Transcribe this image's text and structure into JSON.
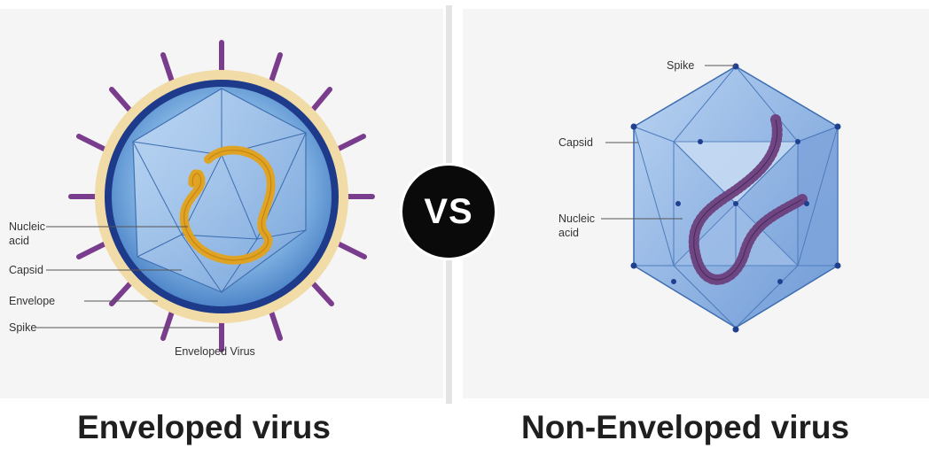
{
  "enveloped_panel": {
    "labels": {
      "nucleic_acid_line1": "Nucleic",
      "nucleic_acid_line2": "acid",
      "capsid": "Capsid",
      "envelope": "Envelope",
      "spike": "Spike",
      "caption": "Enveloped Virus"
    },
    "title": "Enveloped virus"
  },
  "vs_badge": {
    "text": "VS"
  },
  "non_enveloped_panel": {
    "labels": {
      "spike": "Spike",
      "capsid": "Capsid",
      "nucleic_acid_line1": "Nucleic",
      "nucleic_acid_line2": "acid"
    },
    "title": "Non-Enveloped virus"
  },
  "colors": {
    "envelope": "#f1dba6",
    "membrane": "#1e3a8a",
    "interior": "#8fbfe9",
    "capsid_face": "#a9c9ef",
    "capsid_edge": "#3c6db0",
    "rna_orange": "#e3a21a",
    "rna_purple": "#6b3f7c",
    "spike_purple": "#7a3c8c",
    "vertex_dot": "#1f3f8f"
  }
}
